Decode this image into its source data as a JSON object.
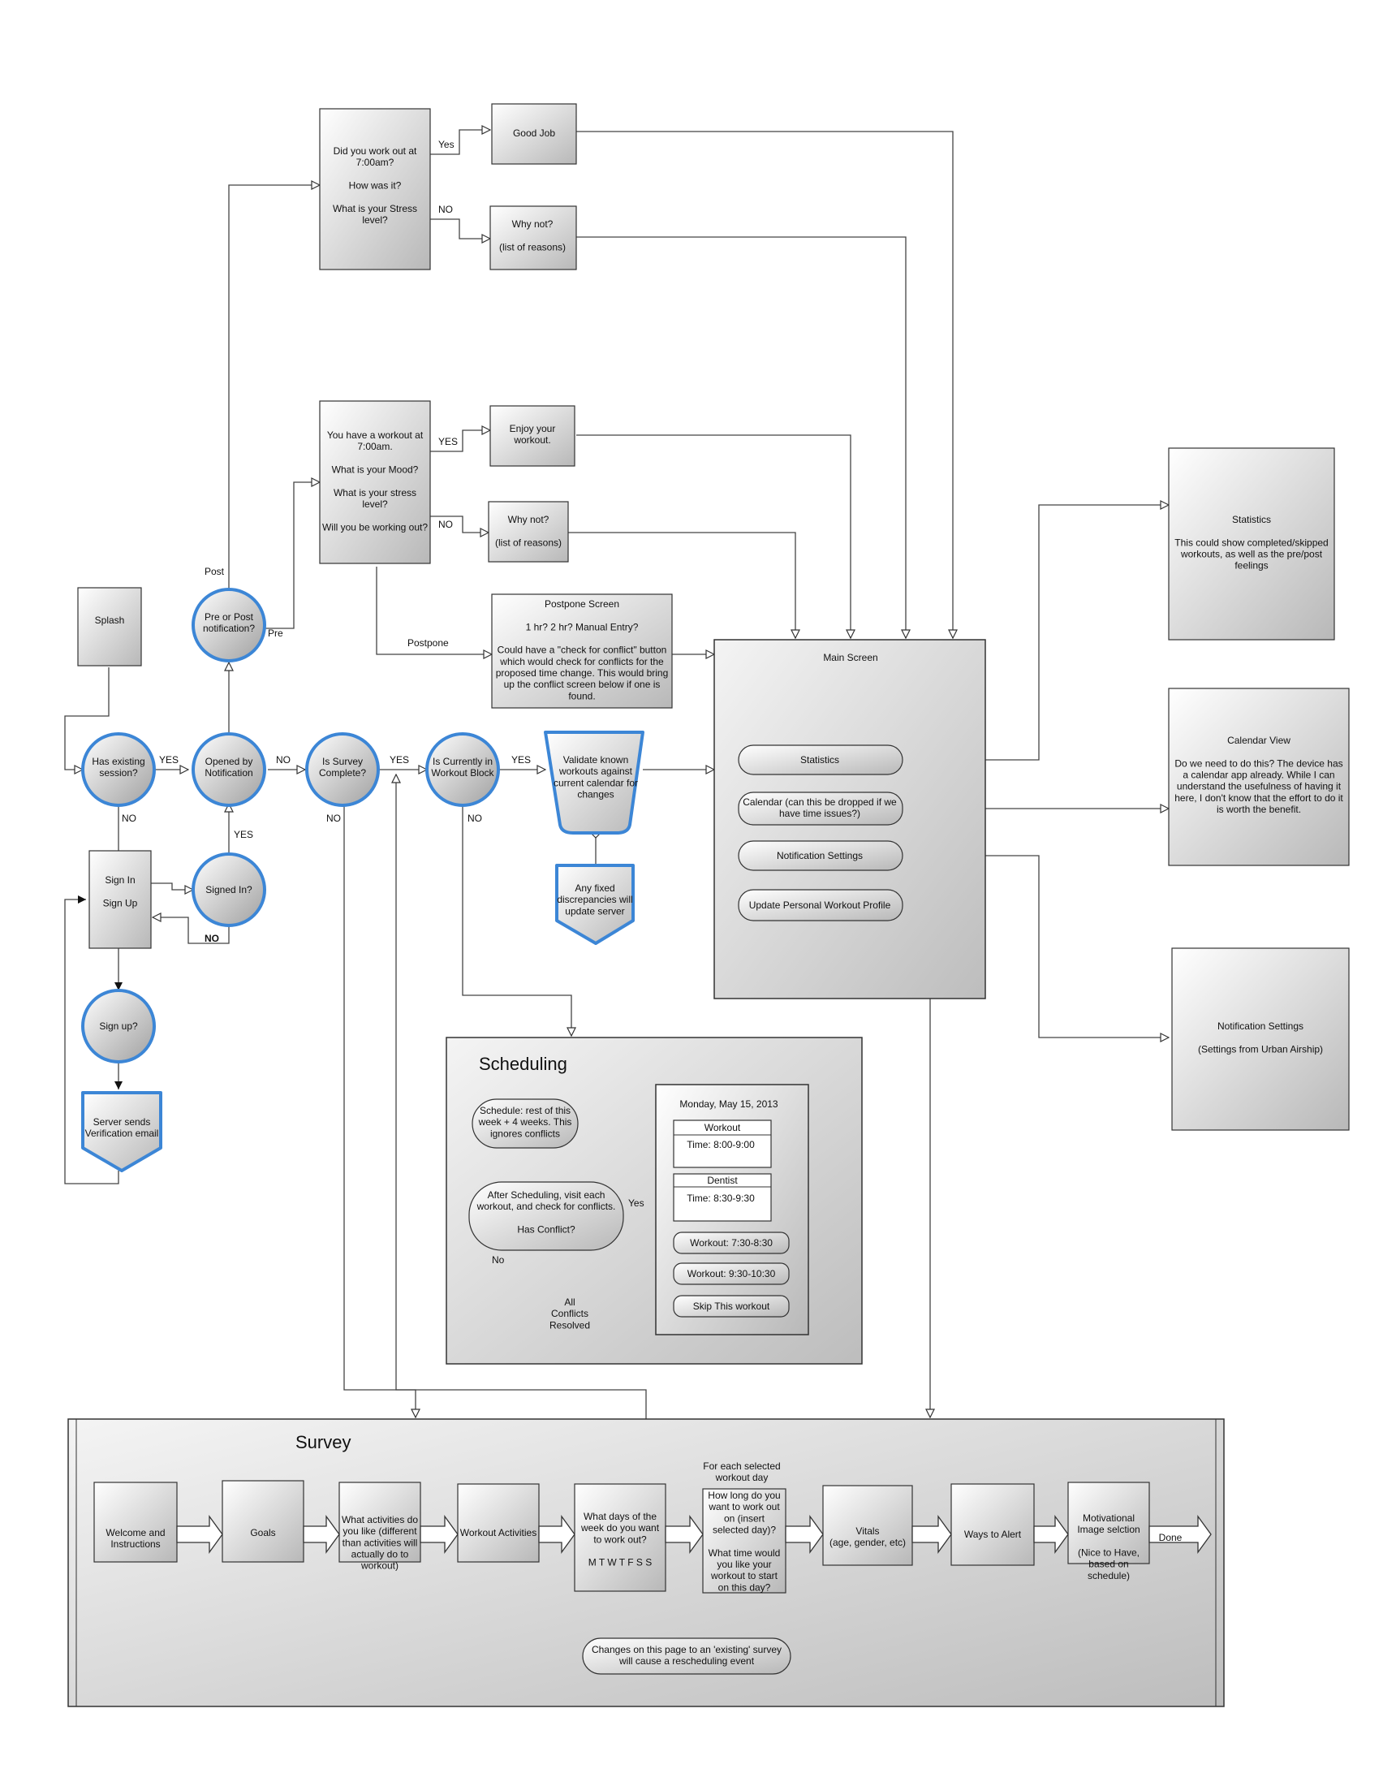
{
  "nodes": {
    "splash": "Splash",
    "has_session": "Has existing\nsession?",
    "sign_in_up": "Sign In\n\nSign Up",
    "signed_in": "Signed In?",
    "sign_up_q": "Sign up?",
    "server_sends": "Server sends\nVerification email",
    "opened_by_notification": "Opened by\nNotification",
    "pre_or_post": "Pre or Post\nnotification?",
    "is_survey_complete": "Is Survey\nComplete?",
    "is_in_workout_block": "Is Currently in\nWorkout Block",
    "validate_known": "Validate known\nworkouts against\ncurrent calendar for\nchanges",
    "fixed_discrepancies": "Any fixed\ndiscrepancies will\nupdate server",
    "post_question": "Did you work out at\n7:00am?\n\nHow was it?\n\nWhat is your Stress\nlevel?",
    "good_job": "Good Job",
    "why_not_post": "Why not?\n\n(list of reasons)",
    "pre_question": "You have a workout at\n7:00am.\n\nWhat is your Mood?\n\nWhat is your stress\nlevel?\n\nWill you be working out?",
    "enjoy_workout": "Enjoy your\nworkout.",
    "why_not_pre": "Why not?\n\n(list of reasons)",
    "postpone_screen": "Postpone Screen\n\n1 hr? 2 hr? Manual Entry?\n\nCould have a \"check for conflict\" button\nwhich would check for conflicts for the\nproposed time change.  This would bring\nup the conflict screen below if one is\nfound.",
    "main_screen": "Main Screen",
    "btn_statistics": "Statistics",
    "btn_calendar": "Calendar (can this be dropped if we\nhave time issues?)",
    "btn_notification_settings": "Notification Settings",
    "btn_update_profile": "Update Personal Workout Profile",
    "statistics_panel": "Statistics\n\nThis could show completed/skipped\nworkouts, as well as the pre/post\nfeelings",
    "calendar_view": "Calendar View\n\nDo we need to do this?  The device has\na calendar app already.  While I can\nunderstand the usefulness of having it\nhere, I don't know that the effort to do it\nis worth the benefit.",
    "notification_settings_panel": "Notification Settings\n\n(Settings from Urban Airship)"
  },
  "edge_labels": {
    "yes": "YES",
    "no": "NO",
    "yes_lower": "Yes",
    "pre": "Pre",
    "post": "Post",
    "postpone": "Postpone"
  },
  "scheduling": {
    "title": "Scheduling",
    "schedule_rest": "Schedule: rest of this\nweek + 4 weeks.  This\nignores conflicts",
    "after_scheduling": "After Scheduling, visit each\nworkout, and check for conflicts.\n\nHas Conflict?",
    "yes_label": "Yes",
    "no_label": "No",
    "all_resolved": "All\nConflicts\nResolved",
    "day_header": "Monday, May 15, 2013",
    "event1_title": "Workout",
    "event1_time": "Time: 8:00-9:00",
    "event2_title": "Dentist",
    "event2_time": "Time: 8:30-9:30",
    "option1": "Workout: 7:30-8:30",
    "option2": "Workout: 9:30-10:30",
    "option3": "Skip This workout"
  },
  "survey": {
    "title": "Survey",
    "steps": [
      "Welcome and\nInstructions",
      "Goals",
      "What activities do\nyou like (different\nthan activities will\nactually do to\nworkout)",
      "Workout Activities",
      "What days of the\nweek do you want\nto work out?\n\nM T W T F S S",
      "How long do you\nwant to work out\non (insert\nselected day)?\n\nWhat time would\nyou like your\nworkout to start\non this day?",
      "Vitals\n(age, gender, etc)",
      "Ways to Alert",
      "Motivational\nImage selction\n\n(Nice to Have,\nbased on\nschedule)"
    ],
    "for_each_label": "For each selected\nworkout day",
    "done": "Done",
    "changes_note": "Changes on this page to an 'existing' survey\nwill cause a rescheduling event"
  }
}
